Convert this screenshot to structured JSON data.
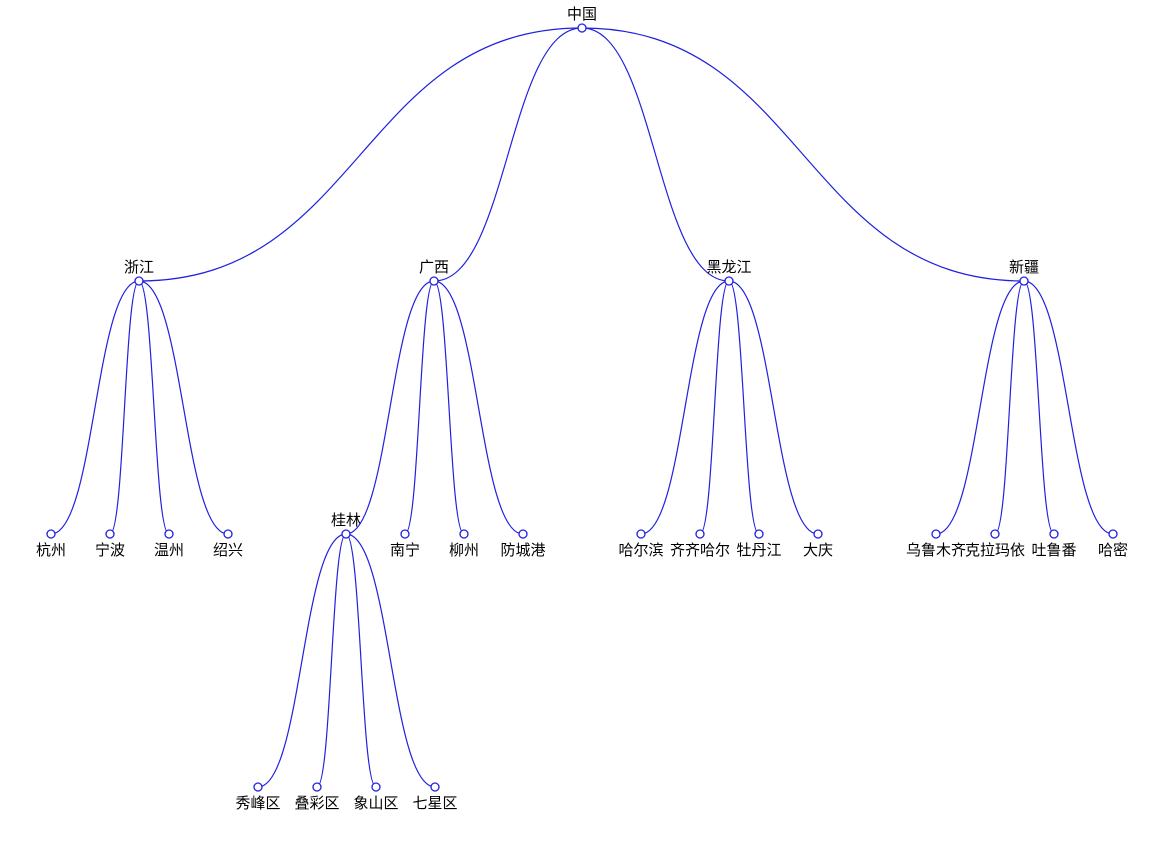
{
  "colors": {
    "link": "#2020e0",
    "node_fill": "#ffffff",
    "text": "#000000"
  },
  "tree": {
    "name": "中国",
    "children": [
      {
        "name": "浙江",
        "children": [
          {
            "name": "杭州"
          },
          {
            "name": "宁波"
          },
          {
            "name": "温州"
          },
          {
            "name": "绍兴"
          }
        ]
      },
      {
        "name": "广西",
        "children": [
          {
            "name": "桂林",
            "children": [
              {
                "name": "秀峰区"
              },
              {
                "name": "叠彩区"
              },
              {
                "name": "象山区"
              },
              {
                "name": "七星区"
              }
            ]
          },
          {
            "name": "南宁"
          },
          {
            "name": "柳州"
          },
          {
            "name": "防城港"
          }
        ]
      },
      {
        "name": "黑龙江",
        "children": [
          {
            "name": "哈尔滨"
          },
          {
            "name": "齐齐哈尔"
          },
          {
            "name": "牡丹江"
          },
          {
            "name": "大庆"
          }
        ]
      },
      {
        "name": "新疆",
        "children": [
          {
            "name": "乌鲁木齐"
          },
          {
            "name": "克拉玛依"
          },
          {
            "name": "吐鲁番"
          },
          {
            "name": "哈密"
          }
        ]
      }
    ]
  }
}
